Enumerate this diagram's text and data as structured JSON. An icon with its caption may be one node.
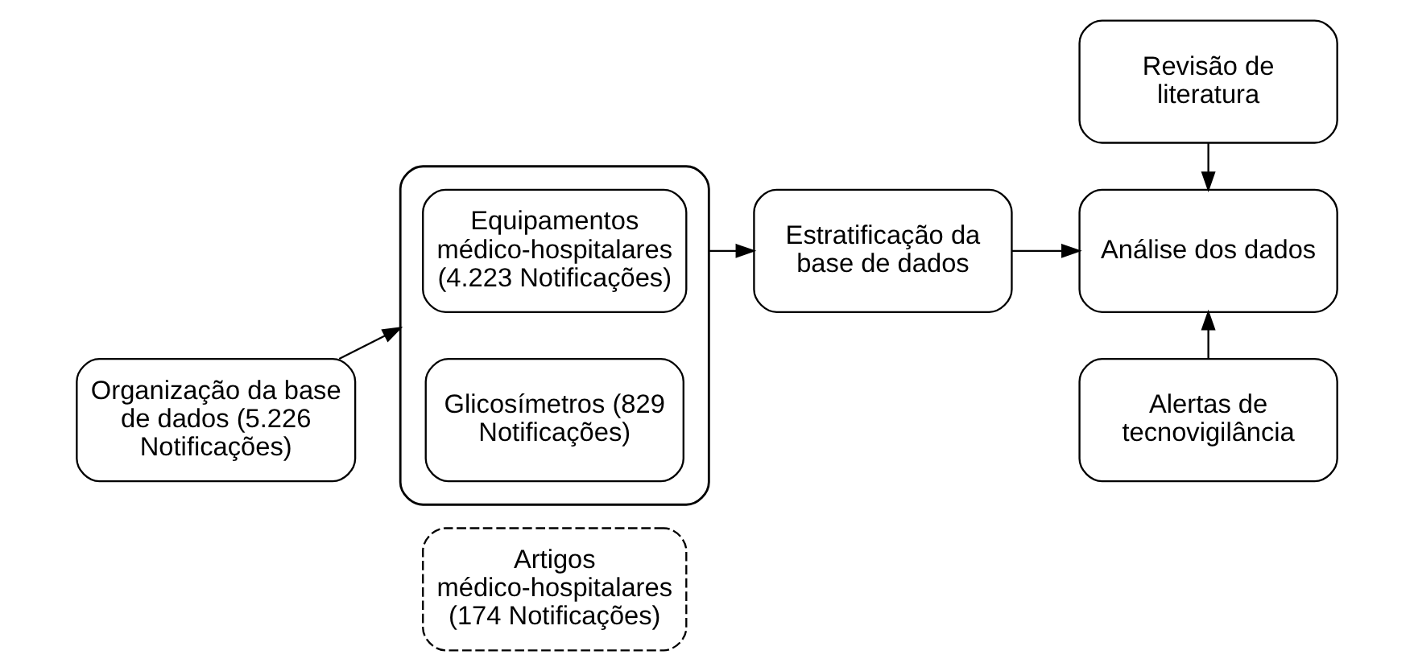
{
  "diagram": {
    "nodes": [
      {
        "text": [
          "Organização da base de dados (5.226 Notificações)"
        ]
      },
      {
        "text": [],
        "shape": "box"
      },
      {
        "text": [
          "Equipamentos médico-hospitalares (4.223 Notificações)"
        ],
        "in": 1
      },
      {
        "text": [
          "Glicosímetros (829 Notificações)"
        ],
        "in": 1
      },
      {
        "text": [
          "Artigos médico-hospitalares (174 Notificações)"
        ]
      },
      {
        "text": [
          "Estratificação da base de dados"
        ]
      },
      {
        "text": [
          "Revisão de literatura"
        ]
      },
      {
        "text": [
          "Análise dos dados"
        ]
      },
      {
        "text": [
          "Alertas de tecnovigilância"
        ]
      }
    ],
    "edges": [
      {
        "from": 0,
        "to": 1,
        "arrow": "to"
      },
      {
        "from": 1,
        "to": 5,
        "arrow": "to"
      },
      {
        "from": 5,
        "to": 7,
        "arrow": "to"
      },
      {
        "from": 6,
        "to": 7,
        "arrow": "to"
      },
      {
        "from": 8,
        "to": 7,
        "arrow": "to"
      }
    ]
  }
}
